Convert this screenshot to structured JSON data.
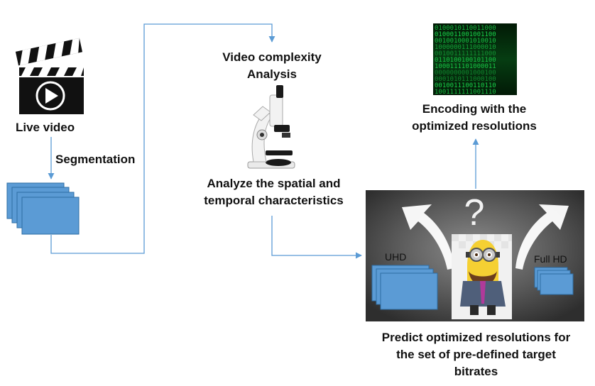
{
  "labels": {
    "live_video": "Live video",
    "segmentation": "Segmentation",
    "complexity_line1": "Video complexity",
    "complexity_line2": "Analysis",
    "analyze_line1": "Analyze the spatial and",
    "analyze_line2": "temporal characteristics",
    "encoding_line1": "Encoding with the",
    "encoding_line2": "optimized resolutions",
    "predict_line1": "Predict optimized resolutions for",
    "predict_line2": "the set of pre-defined target",
    "predict_line3": "bitrates",
    "uhd": "UHD",
    "full_hd": "Full HD"
  },
  "icons": {
    "clapperboard": "clapperboard-icon",
    "microscope": "microscope-icon",
    "binary": "binary-code-image",
    "minion": "minion-character-image",
    "question": "question-mark"
  },
  "colors": {
    "arrow": "#5b9bd5",
    "frame_fill": "#5b9bd5",
    "frame_stroke": "#2e6da4",
    "matrix_green": "#19d34a",
    "panel_dark": "#3a3a3a"
  }
}
